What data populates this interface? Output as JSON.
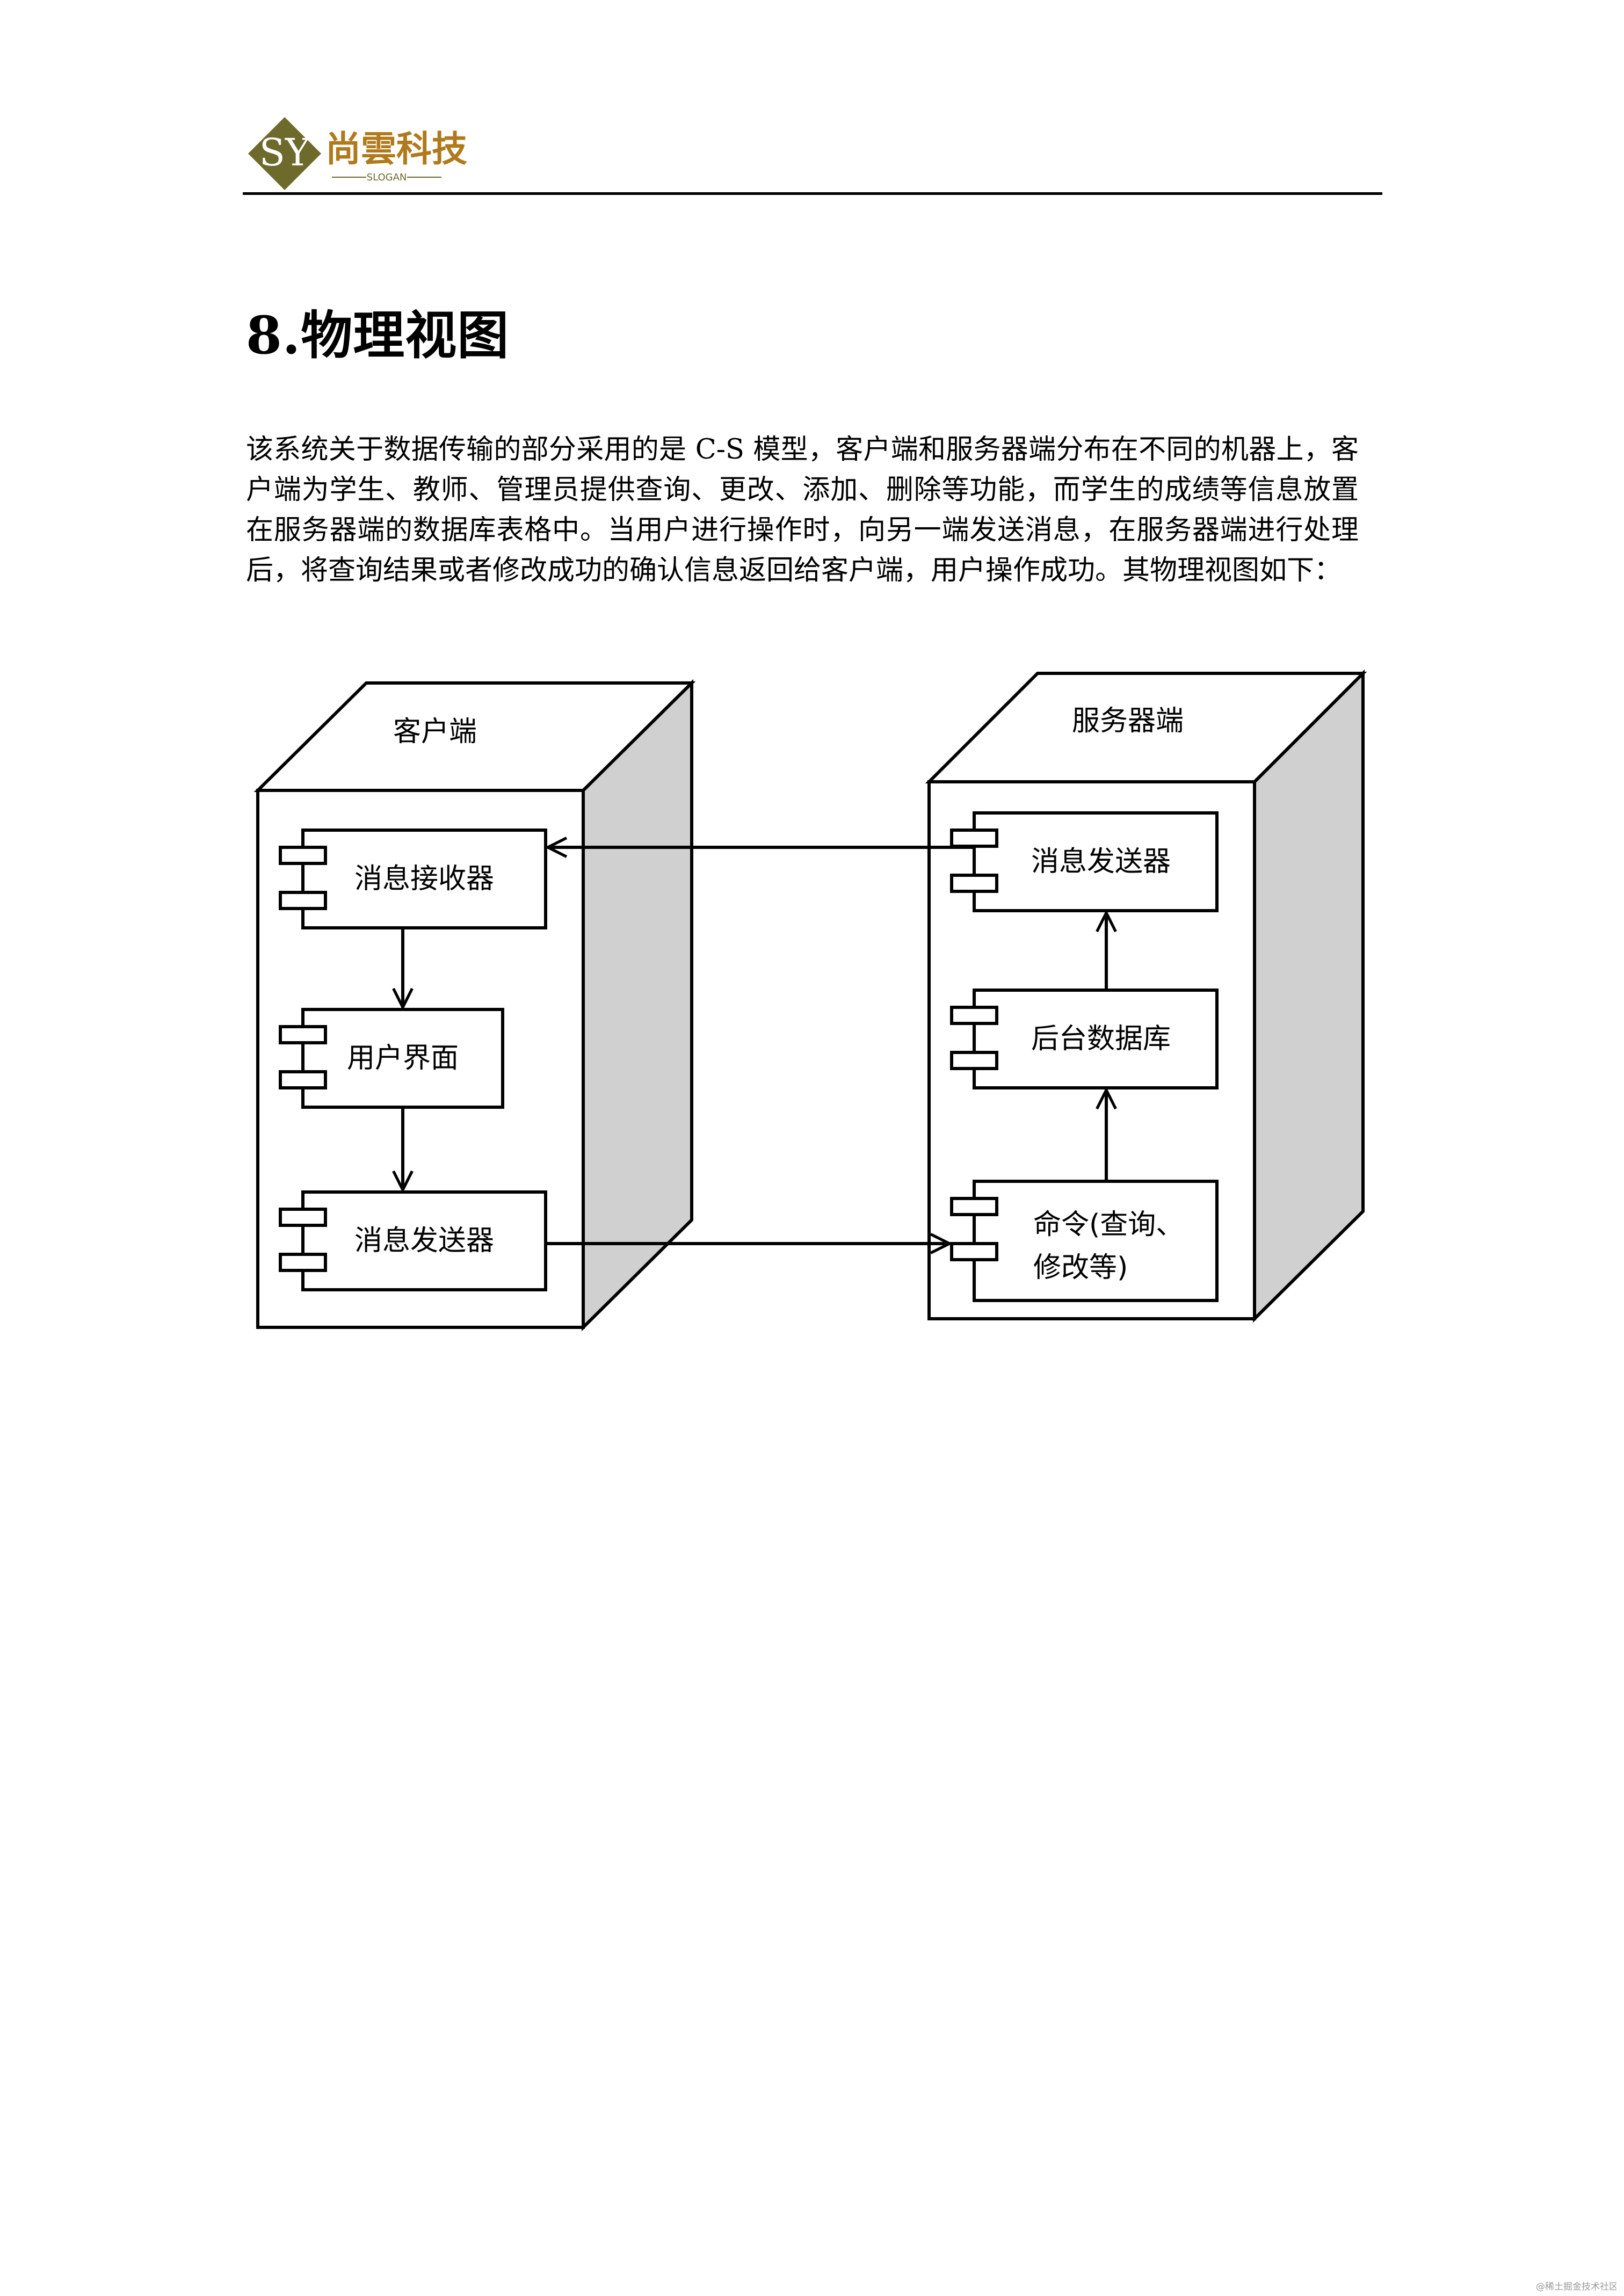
{
  "header": {
    "logo_mark": "SY",
    "company_name": "尚雲科技",
    "slogan": "SLOGAN",
    "brand_color": "#6d6a2c",
    "name_color": "#b07a1c"
  },
  "section": {
    "title": "8.物理视图",
    "paragraph": "该系统关于数据传输的部分采用的是 C-S 模型，客户端和服务器端分布在不同的机器上，客户端为学生、教师、管理员提供查询、更改、添加、删除等功能，而学生的成绩等信息放置在服务器端的数据库表格中。当用户进行操作时，向另一端发送消息，在服务器端进行处理后，将查询结果或者修改成功的确认信息返回给客户端，用户操作成功。其物理视图如下："
  },
  "diagram": {
    "client_node": {
      "label": "客户端",
      "components": [
        "消息接收器",
        "用户界面",
        "消息发送器"
      ]
    },
    "server_node": {
      "label": "服务器端",
      "components": [
        "消息发送器",
        "后台数据库"
      ],
      "command_component": {
        "line1": "命令(查询、",
        "line2": "修改等)"
      }
    },
    "node_side_color": "#d0d0d0"
  },
  "footer": {
    "watermark": "@稀土掘金技术社区"
  }
}
